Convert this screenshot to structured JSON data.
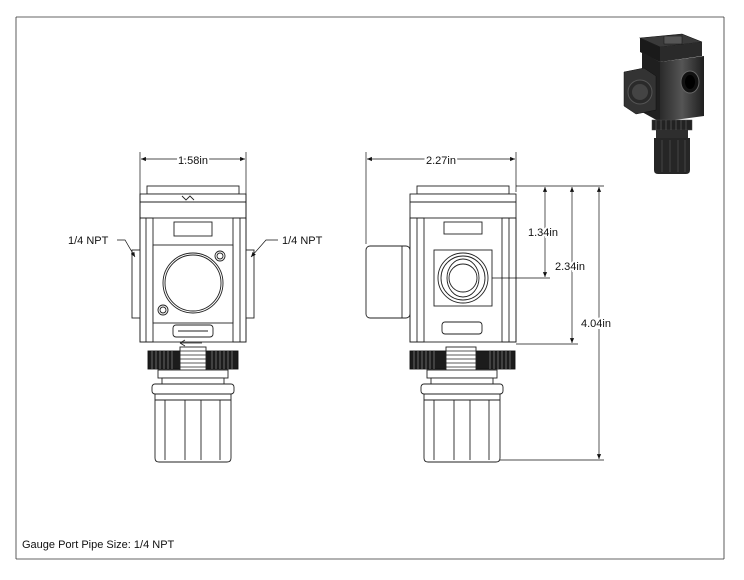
{
  "dimensions": {
    "front_width": "1.58in",
    "side_width": "2.27in",
    "port_height": "1.34in",
    "center_height": "2.34in",
    "overall_height": "4.04in"
  },
  "ports": {
    "left_label": "1/4 NPT",
    "right_label": "1/4 NPT"
  },
  "footer": {
    "gauge_port": "Gauge Port Pipe Size: 1/4 NPT"
  },
  "icons": [
    "regulator-3d-render"
  ]
}
